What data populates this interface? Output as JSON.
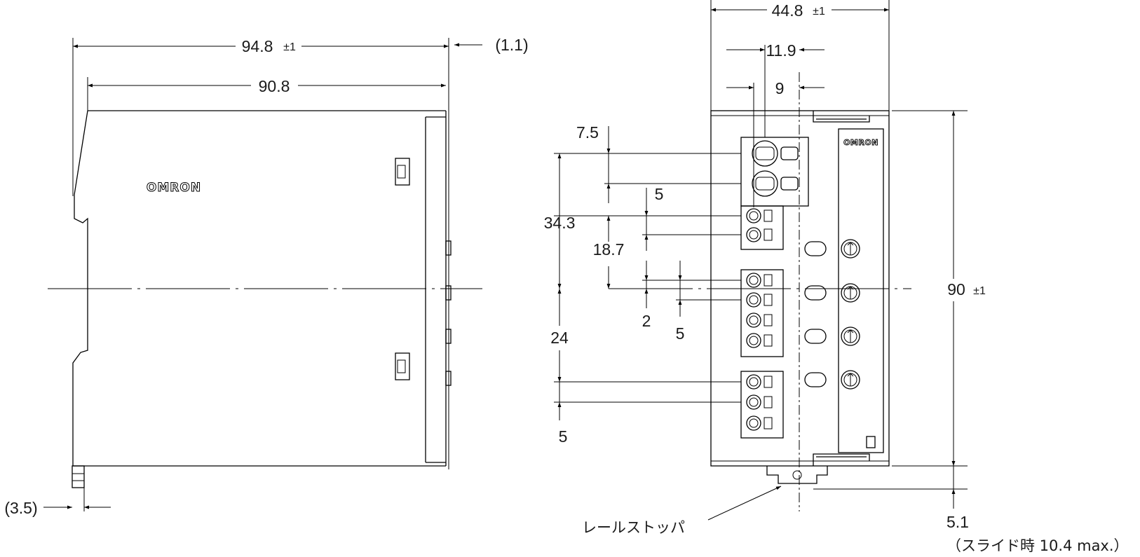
{
  "side_view": {
    "logo": "OMRON",
    "width_overall": "94.8",
    "width_overall_tol": "±1",
    "width_body": "90.8",
    "front_protrusion": "(1.1)",
    "rail_clip": "(3.5)"
  },
  "front_view": {
    "logo": "OMRON",
    "width": "44.8",
    "width_tol": "±1",
    "terminal_offset": "11.9",
    "terminal_spacing": "9",
    "pitch_7_5": "7.5",
    "pitch_5_a": "5",
    "span_34_3": "34.3",
    "span_18_7": "18.7",
    "gap_2": "2",
    "pitch_5_b": "5",
    "span_24": "24",
    "pitch_5_c": "5",
    "height": "90",
    "height_tol": "±1",
    "slide": "5.1",
    "slide_note": "（スライド時 10.4 max.）",
    "rail_stopper_label": "レールストッパ"
  }
}
